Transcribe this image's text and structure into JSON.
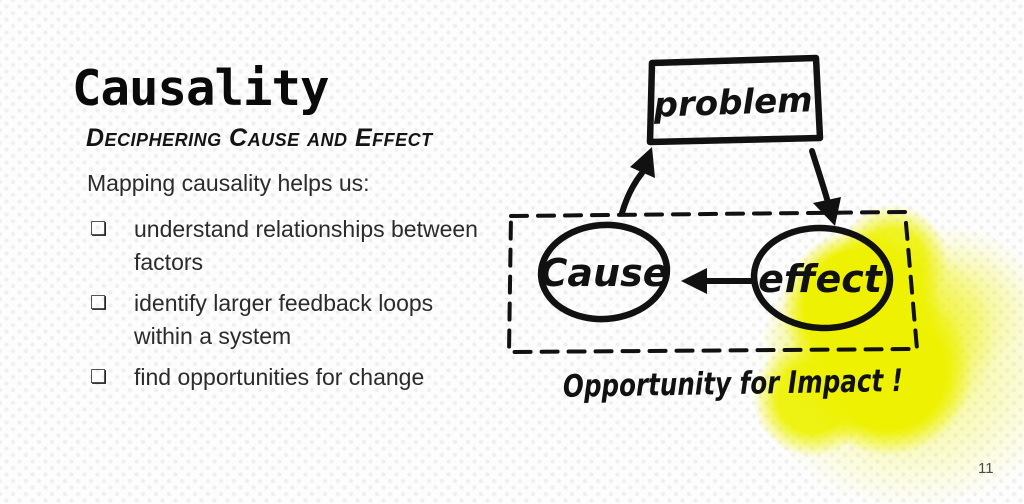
{
  "slide": {
    "title": "Causality",
    "subtitle": "Deciphering Cause and Effect",
    "intro": "Mapping causality helps us:",
    "bullet_icon": "❏",
    "bullets": [
      {
        "line1": "understand relationships between",
        "line2": "factors"
      },
      {
        "line1": "identify larger feedback loops",
        "line2": "within a system"
      },
      {
        "line1": "find opportunities for change",
        "line2": ""
      }
    ],
    "page_number": "11"
  },
  "diagram": {
    "problem_label": "problem",
    "cause_label": "Cause",
    "effect_label": "effect",
    "caption": "Opportunity for Impact !"
  },
  "colors": {
    "ink": "#111111",
    "highlight_yellow": "#eef202",
    "body_text": "#2b2b2b"
  }
}
